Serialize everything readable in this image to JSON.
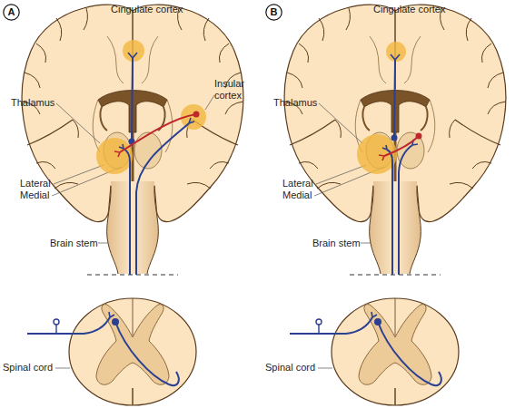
{
  "diagram": {
    "nodes": [
      {
        "text": [
          "A"
        ]
      },
      {
        "text": [
          "B"
        ]
      }
    ],
    "labels": [
      "Cingulate cortex",
      "Insular cortex",
      "Thalamus",
      "Lateral",
      "Medial",
      "Brain stem",
      "Spinal cord",
      "Cingulate cortex",
      "Thalamus",
      "Lateral",
      "Medial",
      "Brain stem",
      "Spinal cord"
    ]
  }
}
